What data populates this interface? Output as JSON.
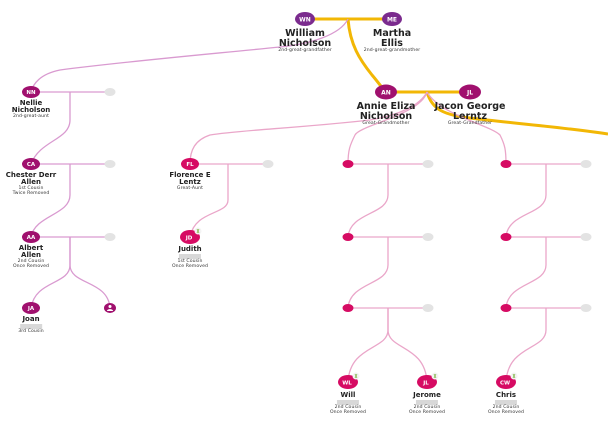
{
  "colors": {
    "ancestor_line": "#f2b705",
    "relative_line": "#e8a2c8",
    "relative_line_left": "#d99ad0",
    "ancestor_node": "#7b2b8e",
    "relative_node": "#a0106e",
    "cousin_node": "#d60b63",
    "empty_node": "#e3e3e3"
  },
  "people": {
    "wn": {
      "initials": "WN",
      "first": "William",
      "last": "Nicholson",
      "relation": "2nd-great-grandfather"
    },
    "me": {
      "initials": "ME",
      "first": "Martha",
      "last": "Ellis",
      "relation": "2nd-great-grandmother"
    },
    "an": {
      "initials": "AN",
      "first": "Annie Eliza",
      "last": "Nicholson",
      "relation": "Great-Grandmother"
    },
    "jl": {
      "initials": "JL",
      "first": "Jacon George",
      "last": "Lerntz",
      "relation": "Great-Grandfather"
    },
    "nn": {
      "initials": "NN",
      "first": "Nellie",
      "last": "Nicholson",
      "relation": "2nd-great-aunt"
    },
    "ca": {
      "initials": "CA",
      "first": "Chester Derr",
      "last": "Allen",
      "relation1": "1st Cousin",
      "relation2": "Twice Removed"
    },
    "aa": {
      "initials": "AA",
      "first": "Albert",
      "last": "Allen",
      "relation1": "2nd Cousin",
      "relation2": "Once Removed"
    },
    "ja": {
      "initials": "JA",
      "first": "Joan",
      "relation1": "3rd Cousin"
    },
    "fl": {
      "initials": "FL",
      "first": "Florence E",
      "last": "Lentz",
      "relation": "Great-Aunt"
    },
    "jd": {
      "initials": "JD",
      "first": "Judith",
      "relation1": "1st Cousin",
      "relation2": "Once Removed"
    },
    "wl": {
      "initials": "WL",
      "first": "Will",
      "relation1": "2nd Cousin",
      "relation2": "Once Removed"
    },
    "jl2": {
      "initials": "JL",
      "first": "Jerome",
      "relation1": "2nd Cousin",
      "relation2": "Once Removed"
    },
    "cw": {
      "initials": "CW",
      "first": "Chris",
      "relation1": "2nd Cousin",
      "relation2": "Once Removed"
    }
  },
  "icons": {
    "unknown_person": "person-silhouette-icon",
    "dna_badge": "dna-match-icon"
  }
}
